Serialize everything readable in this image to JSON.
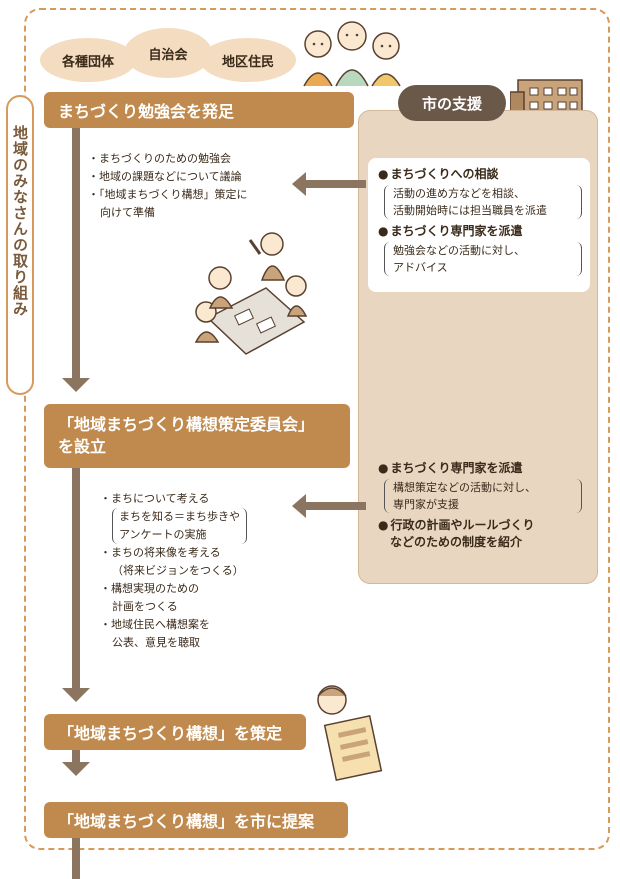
{
  "side_label": "地域のみなさんの取り組み",
  "bubbles": [
    "各種団体",
    "自治会",
    "地区住民"
  ],
  "stages": {
    "s1": "まちづくり勉強会を発足",
    "s2_line1": "「地域まちづくり構想策定委員会」",
    "s2_line2": "を設立",
    "s3": "「地域まちづくり構想」を策定",
    "s4": "「地域まちづくり構想」を市に提案"
  },
  "list1": [
    "まちづくりのための勉強会",
    "地域の課題などについて議論",
    "「地域まちづくり構想」策定に",
    "向けて準備"
  ],
  "list2": {
    "a": "まちについて考える",
    "a_sub1": "まちを知る＝まち歩きや",
    "a_sub2": "アンケートの実施",
    "b": "まちの将来像を考える",
    "b_sub": "（将来ビジョンをつくる）",
    "c1": "構想実現のための",
    "c2": "計画をつくる",
    "d1": "地域住民へ構想案を",
    "d2": "公表、意見を聴取"
  },
  "support": {
    "tag": "市の支援",
    "card1": {
      "h1": "まちづくりへの相談",
      "b1_1": "活動の進め方などを相談、",
      "b1_2": "活動開始時には担当職員を派遣",
      "h2": "まちづくり専門家を派遣",
      "b2_1": "勉強会などの活動に対し、",
      "b2_2": "アドバイス"
    },
    "card2": {
      "h1": "まちづくり専門家を派遣",
      "b1_1": "構想策定などの活動に対し、",
      "b1_2": "専門家が支援",
      "h2_1": "行政の計画やルールづくり",
      "h2_2": "などのための制度を紹介"
    }
  },
  "colors": {
    "stage": "#c08a4e",
    "frame": "#d79a5a",
    "support_bg": "#e8d6c0",
    "support_tag": "#6a5849",
    "arrow": "#8b7560",
    "bubble": "#f4dcc0"
  }
}
